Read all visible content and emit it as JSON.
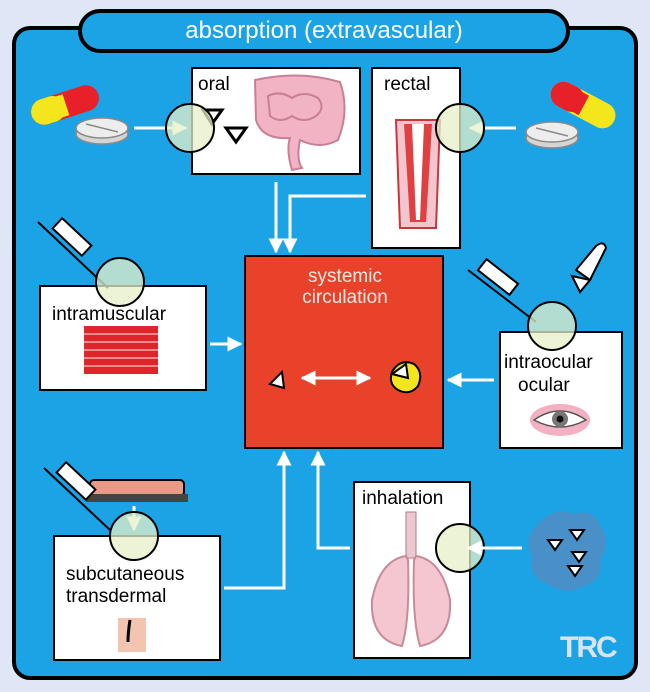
{
  "title": "absorption (extravascular)",
  "center": {
    "line1": "systemic",
    "line2": "circulation"
  },
  "routes": {
    "oral": "oral",
    "rectal": "rectal",
    "intramuscular": "intramuscular",
    "intraocular_line1": "intraocular",
    "intraocular_line2": "ocular",
    "subcutaneous_line1": "subcutaneous",
    "subcutaneous_line2": "transdermal",
    "inhalation": "inhalation"
  },
  "logo": "TRC",
  "colors": {
    "background": "#1ba3e6",
    "circulation": "#e8432a",
    "panel": "#ffffff",
    "magnifier": "#e7f0c8",
    "capsule_red": "#e8202a",
    "capsule_yellow": "#f4e61c",
    "tissue": "#f3b1c4"
  }
}
